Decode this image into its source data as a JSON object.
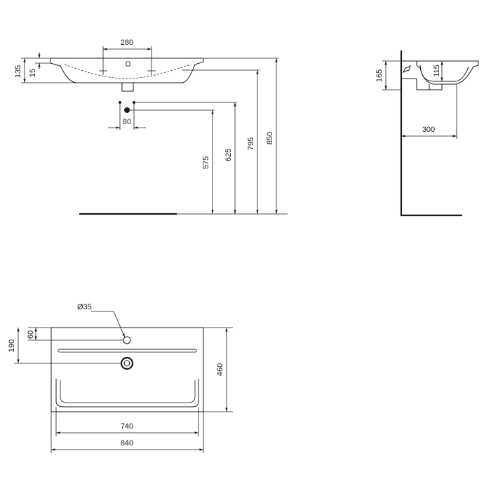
{
  "front_view": {
    "dim_tap_holes": "280",
    "dim_overall_height": "135",
    "dim_rim": "15",
    "dim_waste_spacing": "80",
    "dim_waste_height": "575",
    "dim_inlet_height": "625",
    "dim_rim_height": "795",
    "dim_top_height": "850"
  },
  "side_view": {
    "dim_depth": "165",
    "dim_bowl_depth": "115",
    "dim_waste_offset": "300"
  },
  "plan_view": {
    "dim_tap_hole_diameter": "Ø35",
    "dim_tap_hole_offset": "60",
    "dim_waste_offset": "190",
    "dim_depth": "460",
    "dim_inner_width": "740",
    "dim_overall_width": "840"
  },
  "colors": {
    "line": "#1a1a1a",
    "background": "#ffffff"
  }
}
